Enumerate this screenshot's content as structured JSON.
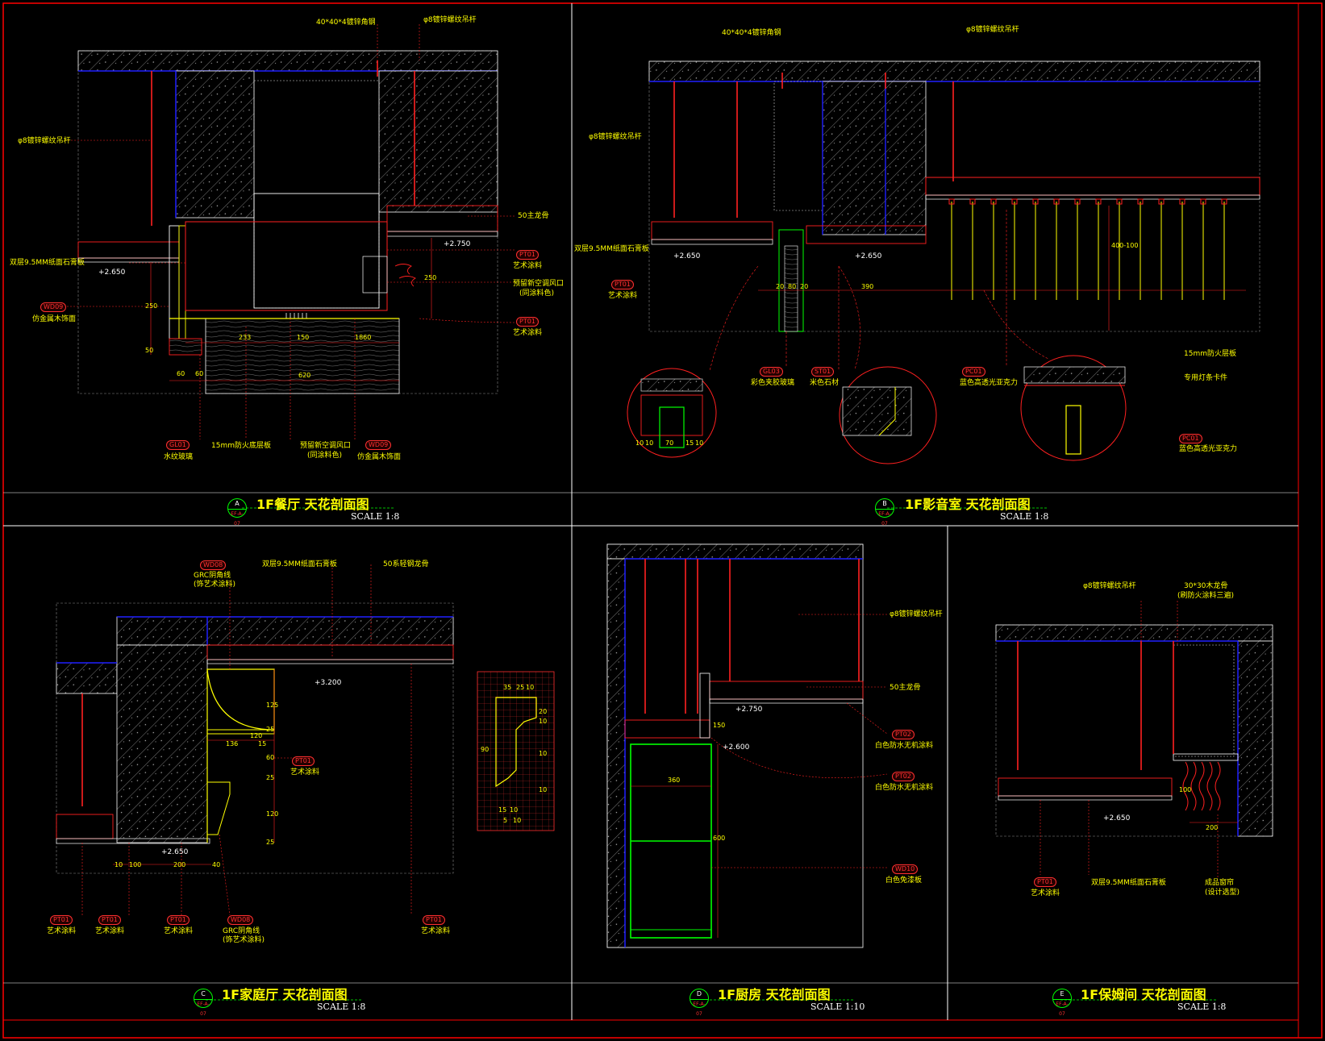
{
  "colors": {
    "frame": "#ff0000",
    "structure": "#ffffff",
    "steel": "#ff2020",
    "ceiling_line": "#2020ff",
    "text": "#ffff00",
    "detail_green": "#00ff00"
  },
  "panels": {
    "a": {
      "title": "1F餐厅 天花剖面图",
      "scale": "SCALE 1:8",
      "bubble_top": "A",
      "bubble_bot": "EF-A-07",
      "labels": {
        "keel": "40*40*4镀锌角钢",
        "rod_top": "φ8镀锌螺纹吊杆",
        "rod_left": "φ8镀锌螺纹吊杆",
        "main_keel": "50主龙骨",
        "board": "双层9.5MM纸面石膏板",
        "level1": "+2.650",
        "level2": "+2.750",
        "tag_wd": "WD09",
        "wood": "仿金属木饰面",
        "tag_pt1": "PT01",
        "paint1": "艺术涂料",
        "vent": "预留新空调风口",
        "vent2": "(同涂料色)",
        "tag_pt2": "PT01",
        "paint2": "艺术涂料",
        "tag_gl": "GL01",
        "glass": "水纹玻璃",
        "fireboard": "15mm防火底层板",
        "vent_b": "预留新空调风口",
        "vent_b2": "(同涂料色)",
        "tag_wd2": "WD09",
        "wood2": "仿金属木饰面"
      },
      "dims": [
        "233",
        "150",
        "1860",
        "620",
        "60",
        "60",
        "250",
        "250",
        "50"
      ]
    },
    "b": {
      "title": "1F影音室 天花剖面图",
      "scale": "SCALE 1:8",
      "bubble_top": "B",
      "bubble_bot": "EF-A-07",
      "labels": {
        "keel": "40*40*4镀锌角钢",
        "rod_top": "φ8镀锌螺纹吊杆",
        "rod_left": "φ8镀锌螺纹吊杆",
        "board": "双层9.5MM纸面石膏板",
        "level1": "+2.650",
        "level2": "+2.650",
        "tag_pt": "PT01",
        "paint": "艺术涂料",
        "tag_gl": "GL03",
        "glass": "彩色夹胶玻璃",
        "tag_st": "ST01",
        "stone": "米色石材",
        "tag_pc": "PC01",
        "acryl": "蓝色高透光亚克力",
        "fire": "15mm防火层板",
        "clip": "专用灯条卡件",
        "tag_pc2": "PC01",
        "acryl2": "蓝色高透光亚克力"
      },
      "dims": [
        "20",
        "80",
        "20",
        "390",
        "400-100",
        "10",
        "10",
        "70",
        "15",
        "10"
      ]
    },
    "c": {
      "title": "1F家庭厅 天花剖面图",
      "scale": "SCALE 1:8",
      "bubble_top": "C",
      "bubble_bot": "EF-A-07",
      "labels": {
        "tag_top": "WD08",
        "moulding": "GRC阴角线",
        "moulding2": "(饰艺术涂料)",
        "board": "双层9.5MM纸面石膏板",
        "keel": "50系轻钢龙骨",
        "level1": "+3.200",
        "level2": "+2.650",
        "tag_pt": "PT01",
        "paint": "艺术涂料",
        "b1_tag": "PT01",
        "b1": "艺术涂料",
        "b2_tag": "PT01",
        "b2": "艺术涂料",
        "b3_tag": "PT01",
        "b3": "艺术涂料",
        "b4_tag": "WD08",
        "b4": "GRC阴角线",
        "b4b": "(饰艺术涂料)",
        "b5_tag": "PT01",
        "b5": "艺术涂料"
      },
      "dims": [
        "10",
        "100",
        "200",
        "40",
        "136",
        "120",
        "15",
        "60",
        "120",
        "125",
        "25",
        "25",
        "25"
      ]
    },
    "d": {
      "title": "1F厨房 天花剖面图",
      "scale": "SCALE 1:10",
      "bubble_top": "D",
      "bubble_bot": "EF-A-07",
      "labels": {
        "rod": "φ8镀锌螺纹吊杆",
        "main_keel": "50主龙骨",
        "level1": "+2.750",
        "level2": "+2.600",
        "tag1": "PT02",
        "paint1": "白色防水无机涂料",
        "tag2": "PT02",
        "paint2": "白色防水无机涂料",
        "tag3": "WD10",
        "cabinet": "白色免漆板"
      },
      "dims": [
        "360",
        "600",
        "150"
      ]
    },
    "e": {
      "title": "1F保姆间 天花剖面图",
      "scale": "SCALE 1:8",
      "bubble_top": "E",
      "bubble_bot": "EF-A-07",
      "labels": {
        "rod": "φ8镀锌螺纹吊杆",
        "keel": "30*30木龙骨",
        "keel2": "(刷防火涂料三遍)",
        "level": "+2.650",
        "tag_pt": "PT01",
        "paint": "艺术涂料",
        "board": "双层9.5MM纸面石膏板",
        "curtain": "成品窗帘",
        "curtain2": "(设计选型)"
      },
      "dims": [
        "100",
        "200"
      ]
    }
  },
  "moulding_detail_dims": [
    "35",
    "25",
    "10",
    "20",
    "10",
    "10",
    "10",
    "15",
    "10",
    "5",
    "10",
    "90"
  ]
}
